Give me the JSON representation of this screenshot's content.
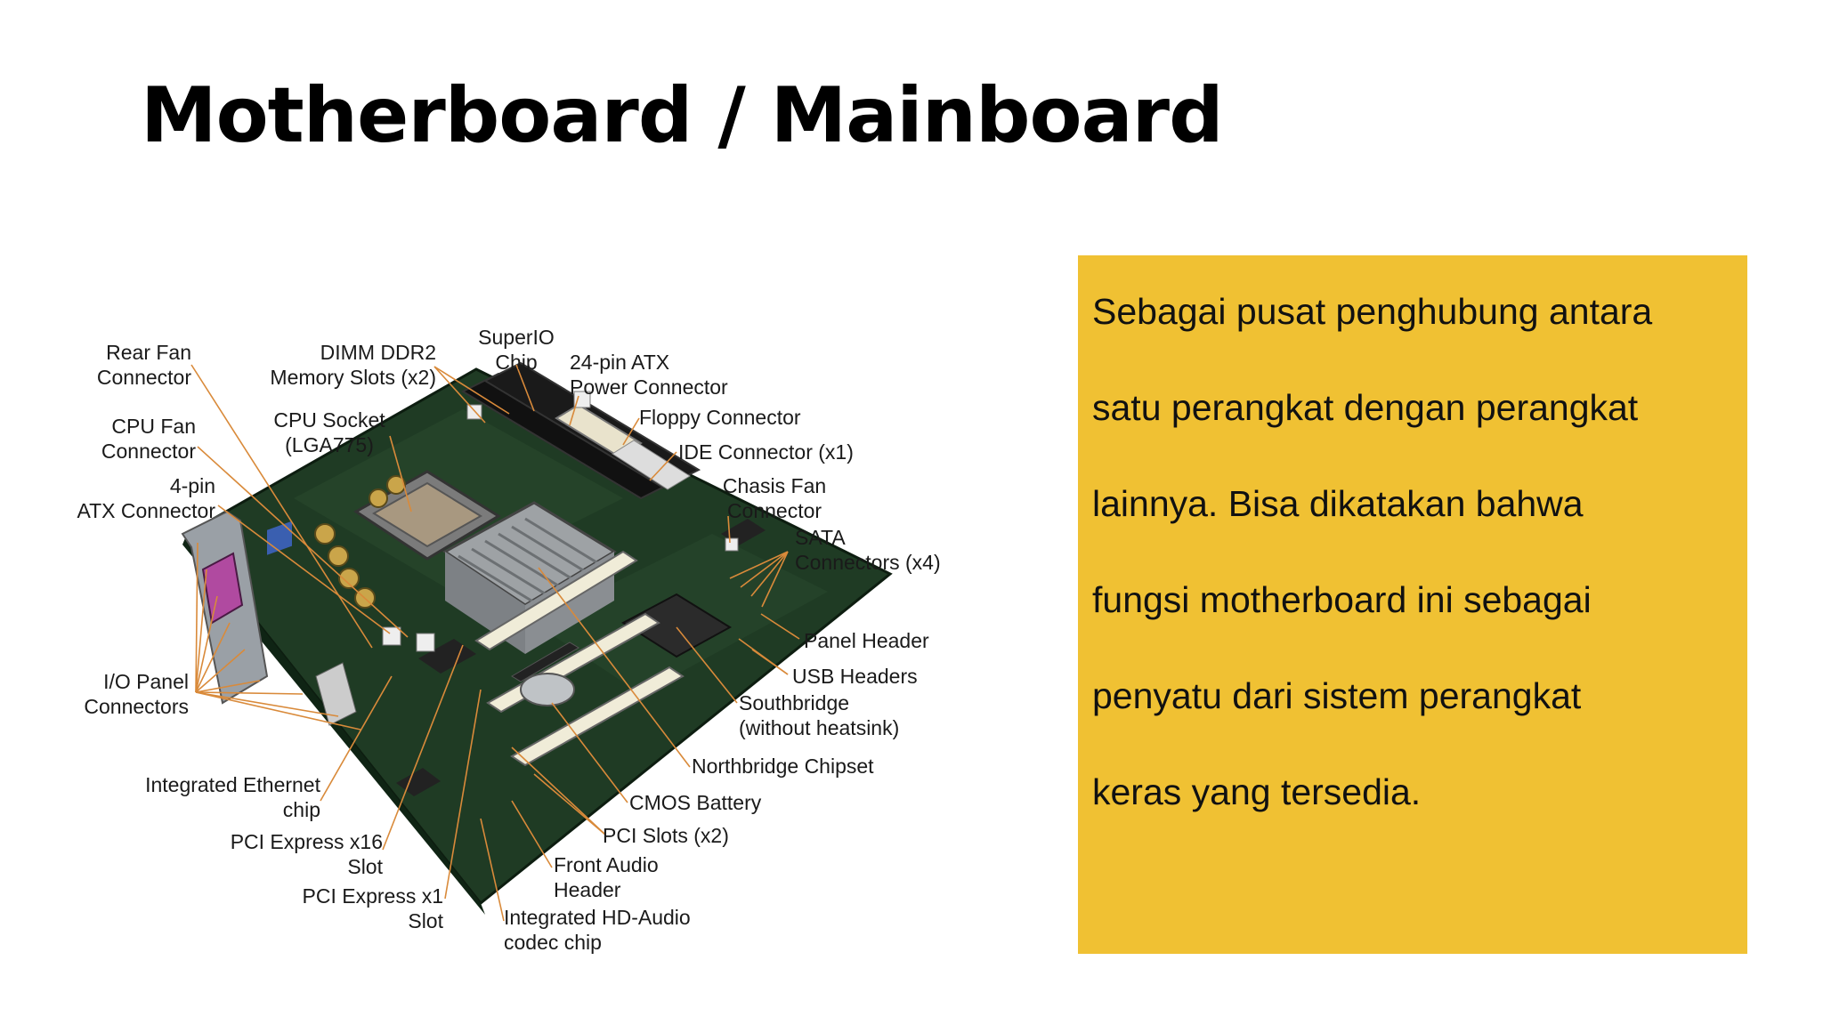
{
  "slide": {
    "title": "Motherboard / Mainboard",
    "accent_color": "#f0c133"
  },
  "diagram": {
    "labels": {
      "rear_fan": [
        "Rear Fan",
        "Connector"
      ],
      "dimm": [
        "DIMM DDR2",
        "Memory Slots (x2)"
      ],
      "superio": [
        "SuperIO",
        "Chip"
      ],
      "atx24": [
        "24-pin ATX",
        "Power Connector"
      ],
      "cpu_fan": [
        "CPU Fan",
        "Connector"
      ],
      "cpu_socket": [
        "CPU Socket",
        "(LGA775)"
      ],
      "floppy": [
        "Floppy Connector"
      ],
      "ide": [
        "IDE Connector (x1)"
      ],
      "atx4": [
        "4-pin",
        "ATX Connector"
      ],
      "chasis_fan": [
        "Chasis Fan",
        "Connector"
      ],
      "sata": [
        "SATA",
        "Connectors (x4)"
      ],
      "panel_header": [
        "Panel Header"
      ],
      "io_panel": [
        "I/O Panel",
        "Connectors"
      ],
      "usb_headers": [
        "USB Headers"
      ],
      "southbridge": [
        "Southbridge",
        "(without heatsink)"
      ],
      "northbridge": [
        "Northbridge Chipset"
      ],
      "ethernet": [
        "Integrated Ethernet",
        "chip"
      ],
      "cmos": [
        "CMOS Battery"
      ],
      "pci": [
        "PCI Slots (x2)"
      ],
      "pcie16": [
        "PCI Express x16",
        "Slot"
      ],
      "front_audio": [
        "Front Audio",
        "Header"
      ],
      "pcie1": [
        "PCI Express x1",
        "Slot"
      ],
      "hd_audio": [
        "Integrated HD-Audio",
        "codec chip"
      ]
    }
  },
  "info_box": {
    "lines": [
      "Sebagai pusat penghubung antara",
      "satu perangkat dengan perangkat",
      "lainnya. Bisa dikatakan bahwa",
      "fungsi motherboard ini sebagai",
      "penyatu dari sistem perangkat",
      "keras yang tersedia."
    ]
  }
}
